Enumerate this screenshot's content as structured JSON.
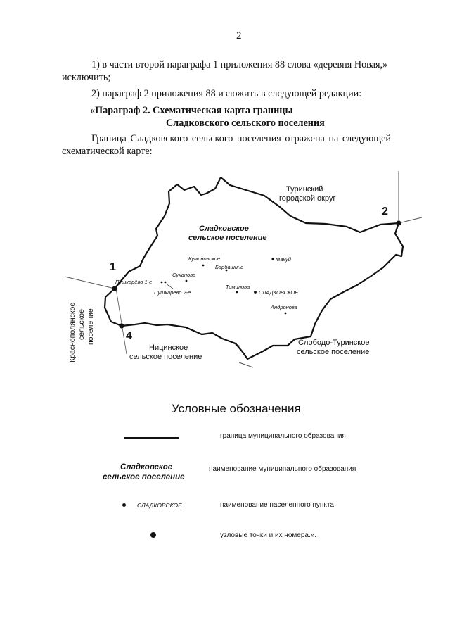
{
  "page_number": "2",
  "paragraphs": [
    "1) в части второй параграфа 1 приложения 88 слова «деревня Новая,»",
    "исключить;",
    "2) параграф 2 приложения 88 изложить в следующей редакции:"
  ],
  "heading": {
    "line1": "«Параграф 2. Схематическая карта границы",
    "line2": "Сладковского сельского поселения"
  },
  "intro": {
    "line1": "Граница Сладковского сельского поселения отражена на следующей",
    "line2": "схематической карте:"
  },
  "map": {
    "settlement_name": [
      "Сладковское",
      "сельское поселение"
    ],
    "neighbors": {
      "turinsky": [
        "Туринский",
        "городской округ"
      ],
      "sloboda": [
        "Слободо-Туринское",
        "сельское поселение"
      ],
      "nitsinskoe": [
        "Ницинское",
        "сельское поселение"
      ],
      "krasnopolyanskoe": [
        "Краснополянское",
        "сельское",
        "поселение"
      ]
    },
    "node_labels": [
      "1",
      "2",
      "4"
    ],
    "villages": {
      "kuminovskoe": "Куминовское",
      "makuy": "Макуй",
      "barbashina": "Барбашина",
      "sukhanova": "Суханова",
      "pushkarevo1": "Пушкарёво 1-е",
      "pushkarevo2": "Пушкарёво 2-е",
      "tomilova": "Томилова",
      "sladkovskoe": "СЛАДКОВСКОЕ",
      "andronova": "Андронова"
    }
  },
  "legend": {
    "title": "Условные обозначения",
    "border_desc": "граница муниципального образования",
    "name_sample": [
      "Сладковское",
      "сельское поселение"
    ],
    "name_desc": "наименование муниципального образования",
    "village_sample": "СЛАДКОВСКОЕ",
    "village_desc": "наименование населенного пункта",
    "node_desc": "узловые точки и их номера.»."
  }
}
